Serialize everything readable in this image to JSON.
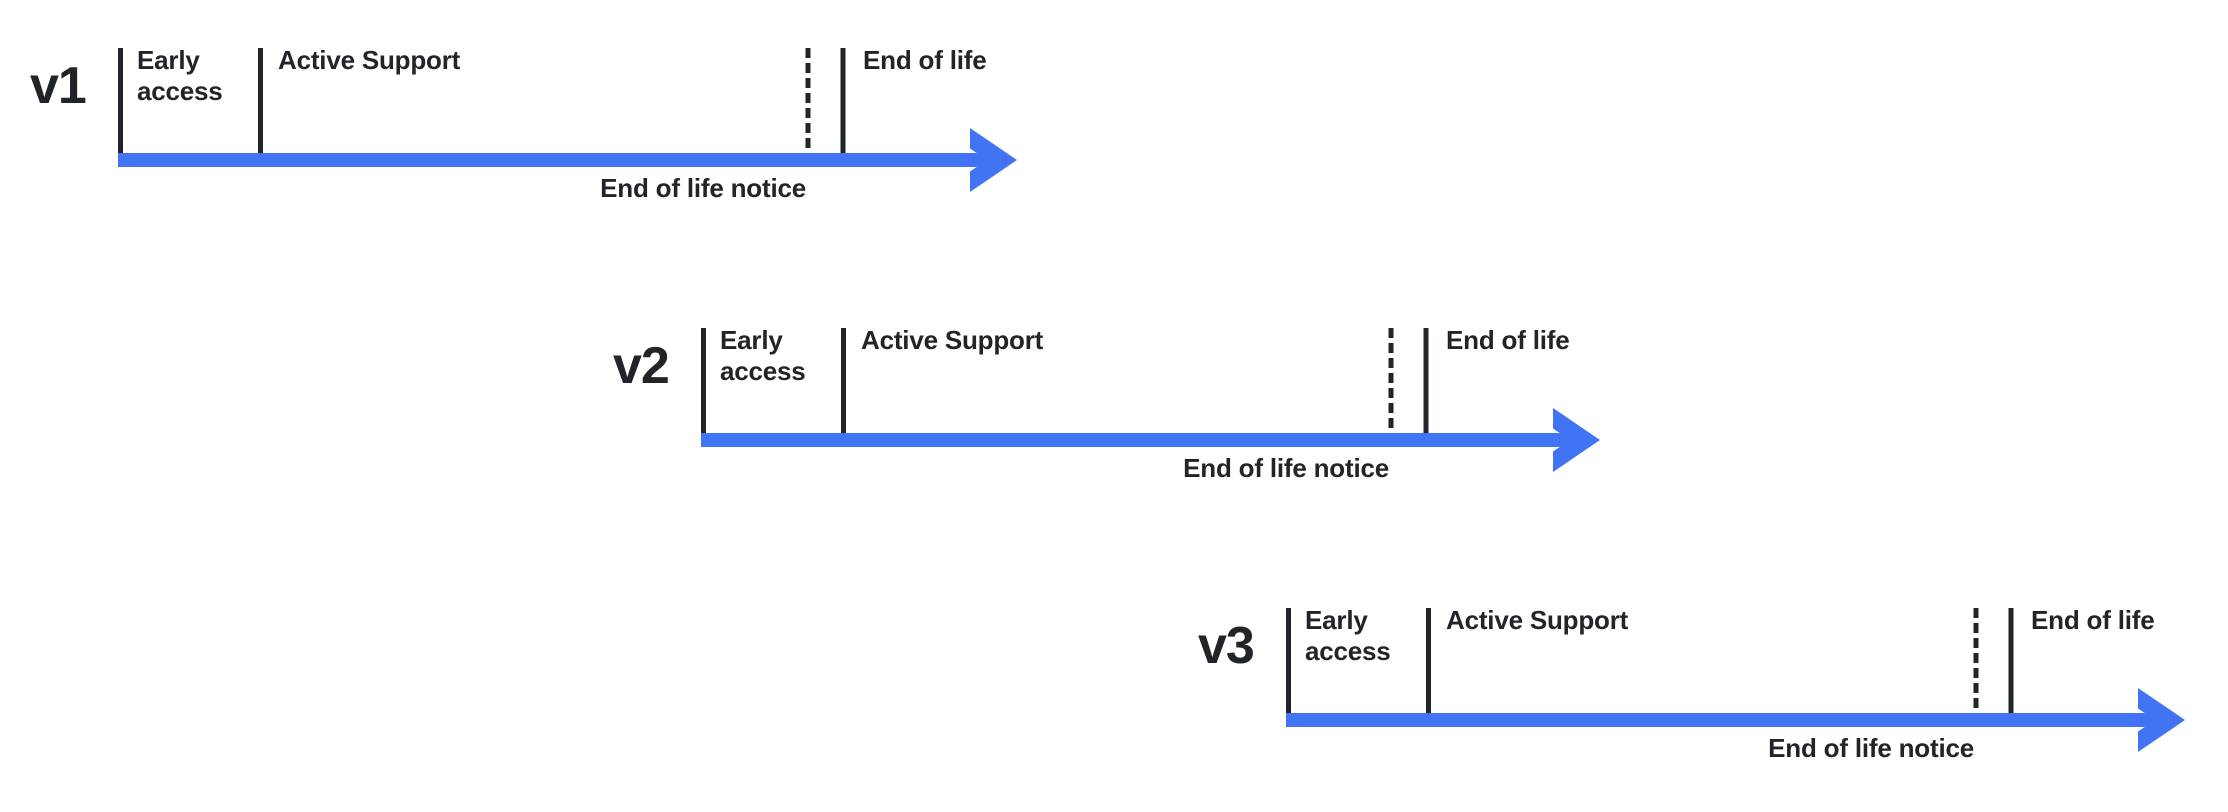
{
  "colors": {
    "arrow_blue": "#4173F5",
    "ink": "#212429",
    "background": "#FFFFFF"
  },
  "timelines": [
    {
      "version": "v1",
      "early_access": "Early access",
      "active_support": "Active Support",
      "end_of_life": "End of life",
      "end_of_life_notice": "End of life notice"
    },
    {
      "version": "v2",
      "early_access": "Early access",
      "active_support": "Active Support",
      "end_of_life": "End of life",
      "end_of_life_notice": "End of life notice"
    },
    {
      "version": "v3",
      "early_access": "Early access",
      "active_support": "Active Support",
      "end_of_life": "End of life",
      "end_of_life_notice": "End of life notice"
    }
  ]
}
